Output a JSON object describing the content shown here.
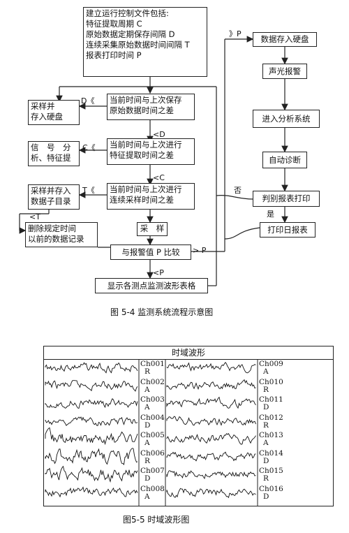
{
  "flowchart": {
    "init_box": [
      "建立运行控制文件包括:",
      "特征提取周期 C",
      "原始数据定期保存间隔 D",
      "连续采集原始数据时间间隔 T",
      "报表打印时间 P"
    ],
    "sample_disk": [
      "采样并",
      "存入硬盘"
    ],
    "cond_save": [
      "当前时间与上次保存",
      "原始数据时间之差"
    ],
    "signal_analysis": [
      "信　号　分",
      "析、特征提"
    ],
    "cond_feature": [
      "当前时间与上次进行",
      "特征提取时间之差"
    ],
    "sample_subdir": [
      "采样并存入",
      "数据子目录"
    ],
    "cond_sample": [
      "当前时间与上次进行",
      "连续采样时间之差"
    ],
    "delete_old": [
      "删除规定时间",
      "以前的数据记录"
    ],
    "sampling": "采　样",
    "compare_alarm": "与报警值 P 比较",
    "display_table": "显示各测点监测波形表格",
    "save_disk": "数据存入硬盘",
    "sound_light": "声光报警",
    "enter_analysis": "进入分析系统",
    "auto_diag": "自动诊断",
    "judge_print": "判别报表打印",
    "print_daily": "打印日报表",
    "labels": {
      "d_gt": "D《",
      "lt_d": "<D",
      "c_gt": "C《",
      "lt_c": "<C",
      "t_gt": "T《",
      "lt_t": "<T",
      "gt_p": "> P",
      "gt_p_top": "》P",
      "lt_p": "<P",
      "no": "否",
      "yes": "是"
    }
  },
  "caption_1": "图 5-4  监测系统流程示意图",
  "waveform": {
    "title": "时域波形",
    "left_channels": [
      {
        "name": "Ch001",
        "tag": "R"
      },
      {
        "name": "Ch002",
        "tag": "A"
      },
      {
        "name": "Ch003",
        "tag": "A"
      },
      {
        "name": "Ch004",
        "tag": "D"
      },
      {
        "name": "Ch005",
        "tag": "A"
      },
      {
        "name": "Ch006",
        "tag": "R"
      },
      {
        "name": "Ch007",
        "tag": "D"
      },
      {
        "name": "Ch008",
        "tag": "A"
      }
    ],
    "right_channels": [
      {
        "name": "Ch009",
        "tag": "A"
      },
      {
        "name": "Ch010",
        "tag": "R"
      },
      {
        "name": "Ch011",
        "tag": "D"
      },
      {
        "name": "Ch012",
        "tag": "R"
      },
      {
        "name": "Ch013",
        "tag": "A"
      },
      {
        "name": "Ch014",
        "tag": "D"
      },
      {
        "name": "Ch015",
        "tag": "R"
      },
      {
        "name": "Ch016",
        "tag": "D"
      }
    ]
  },
  "caption_2": "图5-5  时域波形图"
}
